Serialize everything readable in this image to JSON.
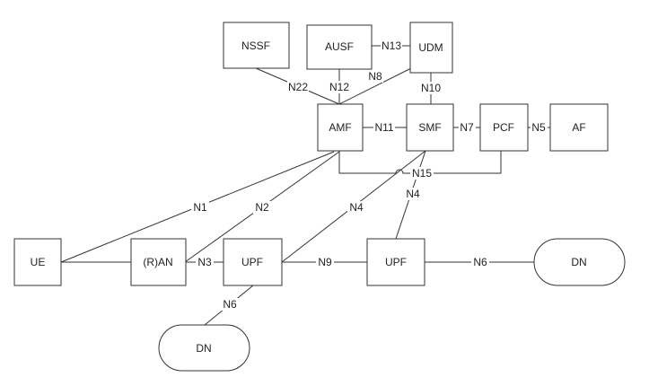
{
  "nodes": {
    "nssf": "NSSF",
    "ausf": "AUSF",
    "udm": "UDM",
    "amf": "AMF",
    "smf": "SMF",
    "pcf": "PCF",
    "af": "AF",
    "ue": "UE",
    "ran": "(R)AN",
    "upf1": "UPF",
    "upf2": "UPF",
    "dn1": "DN",
    "dn2": "DN"
  },
  "links": {
    "n22": "N22",
    "n12": "N12",
    "n8": "N8",
    "n13": "N13",
    "n10": "N10",
    "n11": "N11",
    "n7": "N7",
    "n5": "N5",
    "n15": "N15",
    "n1": "N1",
    "n2": "N2",
    "n4a": "N4",
    "n4b": "N4",
    "n3": "N3",
    "n9": "N9",
    "n6a": "N6",
    "n6b": "N6"
  }
}
